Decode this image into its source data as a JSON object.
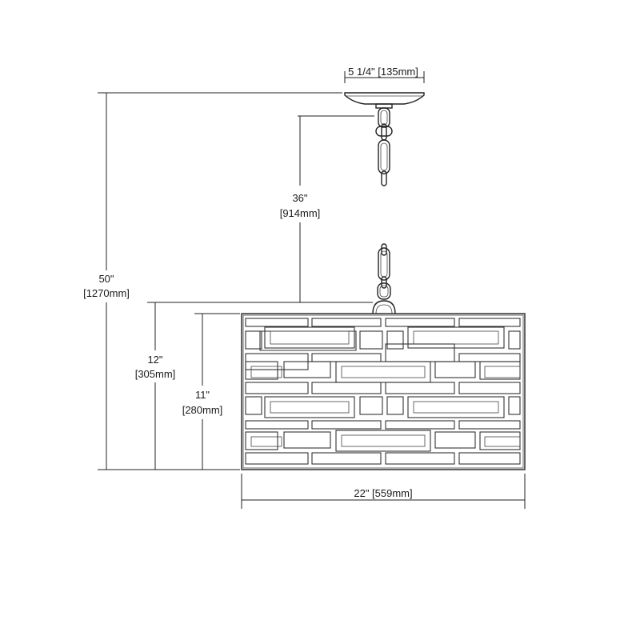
{
  "dimensions": {
    "canopy_width": "5 1/4\" [135mm]",
    "chain_length": {
      "imperial": "36\"",
      "metric": "[914mm]"
    },
    "overall_height": {
      "imperial": "50\"",
      "metric": "[1270mm]"
    },
    "shade_height_total": {
      "imperial": "12\"",
      "metric": "[305mm]"
    },
    "shade_height": {
      "imperial": "11\"",
      "metric": "[280mm]"
    },
    "shade_width": "22\" [559mm]"
  }
}
